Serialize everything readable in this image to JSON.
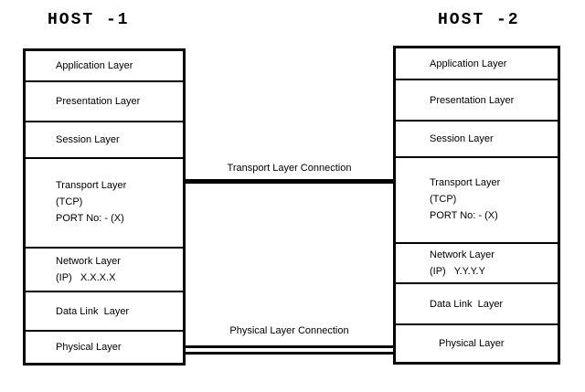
{
  "hosts": [
    {
      "title": "HOST -1",
      "layers": [
        {
          "lines": [
            "Application Layer"
          ]
        },
        {
          "lines": [
            "Presentation Layer"
          ]
        },
        {
          "lines": [
            "Session Layer"
          ]
        },
        {
          "lines": [
            "Transport Layer",
            "(TCP)",
            "PORT No: - (X)"
          ]
        },
        {
          "lines": [
            "Network Layer",
            "(IP)   X.X.X.X"
          ]
        },
        {
          "lines": [
            "Data Link  Layer"
          ]
        },
        {
          "lines": [
            "Physical Layer"
          ]
        }
      ]
    },
    {
      "title": "HOST -2",
      "layers": [
        {
          "lines": [
            "Application Layer"
          ]
        },
        {
          "lines": [
            "Presentation Layer"
          ]
        },
        {
          "lines": [
            "Session Layer"
          ]
        },
        {
          "lines": [
            "Transport Layer",
            "(TCP)",
            "PORT No: - (X)"
          ]
        },
        {
          "lines": [
            "Network Layer",
            "(IP)   Y.Y.Y.Y"
          ]
        },
        {
          "lines": [
            "Data Link  Layer"
          ]
        },
        {
          "lines": [
            "Physical Layer"
          ]
        }
      ]
    }
  ],
  "connections": {
    "transport": {
      "label": "Transport Layer Connection",
      "style": "single-thick-line"
    },
    "physical": {
      "label": "Physical Layer Connection",
      "style": "double-line"
    }
  },
  "colors": {
    "line": "#000000",
    "text": "#000000",
    "background": "#ffffff"
  }
}
